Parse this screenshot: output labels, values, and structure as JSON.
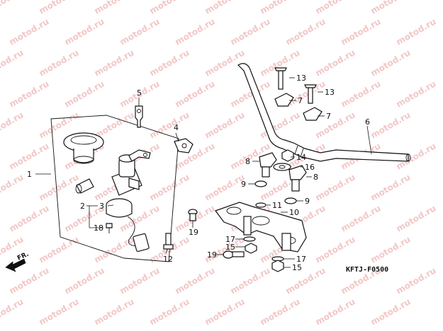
{
  "watermark": {
    "text": "motod.ru"
  },
  "direction_label": "FR.",
  "diagram_code": "KFTJ-F0500",
  "callouts": [
    {
      "id": "1",
      "label": "1"
    },
    {
      "id": "2",
      "label": "2"
    },
    {
      "id": "3",
      "label": "3"
    },
    {
      "id": "4",
      "label": "4"
    },
    {
      "id": "5",
      "label": "5"
    },
    {
      "id": "6",
      "label": "6"
    },
    {
      "id": "7a",
      "label": "7"
    },
    {
      "id": "7b",
      "label": "7"
    },
    {
      "id": "8a",
      "label": "8"
    },
    {
      "id": "8b",
      "label": "8"
    },
    {
      "id": "9a",
      "label": "9"
    },
    {
      "id": "9b",
      "label": "9"
    },
    {
      "id": "10",
      "label": "10"
    },
    {
      "id": "11",
      "label": "11"
    },
    {
      "id": "12",
      "label": "12"
    },
    {
      "id": "13a",
      "label": "13"
    },
    {
      "id": "13b",
      "label": "13"
    },
    {
      "id": "14",
      "label": "14"
    },
    {
      "id": "15a",
      "label": "15"
    },
    {
      "id": "15b",
      "label": "15"
    },
    {
      "id": "16",
      "label": "16"
    },
    {
      "id": "17a",
      "label": "17"
    },
    {
      "id": "17b",
      "label": "17"
    },
    {
      "id": "18",
      "label": "18"
    },
    {
      "id": "19a",
      "label": "19"
    },
    {
      "id": "19b",
      "label": "19"
    }
  ]
}
